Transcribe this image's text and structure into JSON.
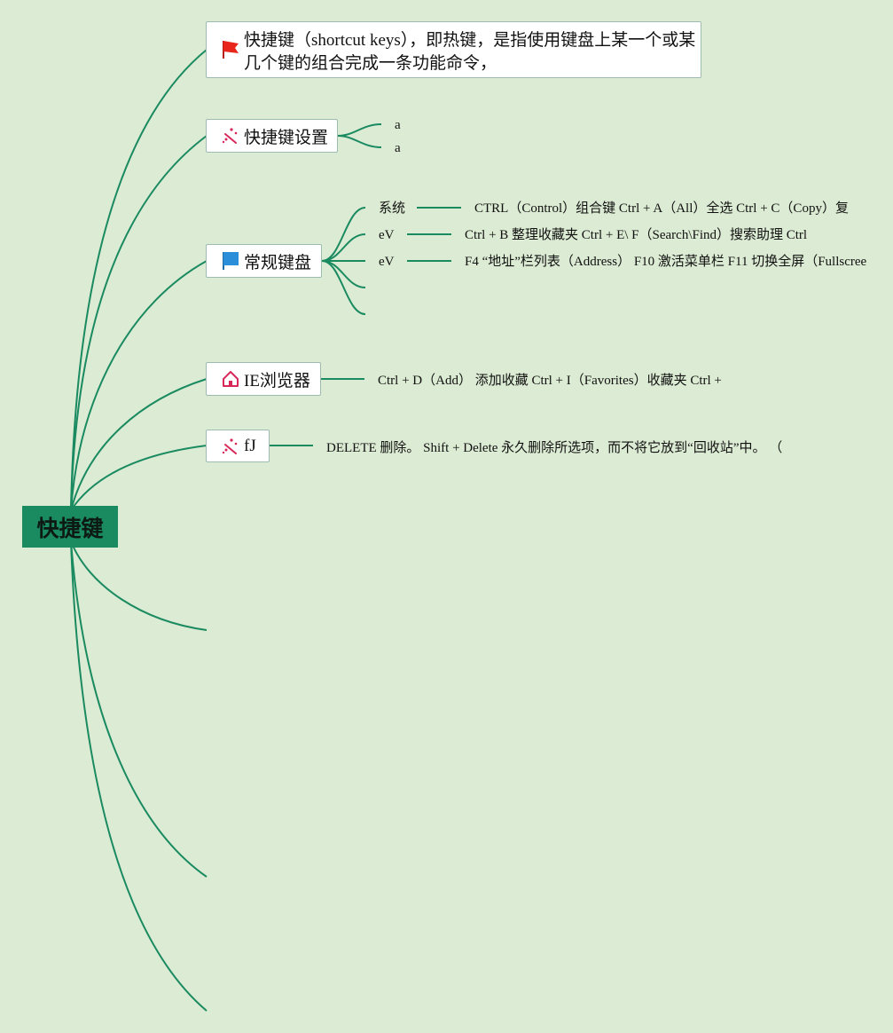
{
  "root": {
    "label": "快捷键"
  },
  "topics": [
    {
      "label": "快捷键（shortcut keys），即热键，是指使用键盘上某一个或某几个键的组合完成一条功能命令，",
      "label_line1": "快捷键（shortcut keys），即热键，是指使用键盘上某一个或某",
      "label_line2": "几个键的组合完成一条功能命令，",
      "icon": "red-flag-icon",
      "children": []
    },
    {
      "label": "快捷键设置",
      "icon": "magic-wand-icon",
      "children": [
        {
          "label": "a"
        },
        {
          "label": "a"
        }
      ]
    },
    {
      "label": "常规键盘",
      "icon": "blue-flag-icon",
      "children": [
        {
          "label": "系统",
          "detail": "CTRL（Control）组合键 Ctrl + A（All）全选 Ctrl + C（Copy）复"
        },
        {
          "label": "eV",
          "detail": "Ctrl + B 整理收藏夹 Ctrl + E\\ F（Search\\Find）搜索助理 Ctrl"
        },
        {
          "label": "eV",
          "detail": "F4 “地址”栏列表（Address） F10 激活菜单栏 F11 切换全屏（Fullscree"
        },
        {
          "label": ""
        },
        {
          "label": ""
        }
      ]
    },
    {
      "label": "IE浏览器",
      "icon": "home-icon",
      "children": [
        {
          "label": "Ctrl + D（Add） 添加收藏 Ctrl + I（Favorites）收藏夹 Ctrl +"
        }
      ]
    },
    {
      "label": "fJ",
      "icon": "magic-wand-icon",
      "children": [
        {
          "label": "DELETE 删除。 Shift + Delete 永久删除所选项，而不将它放到“回收站”中。 （"
        }
      ]
    }
  ],
  "colors": {
    "background": "#dcebd3",
    "root_fill": "#1a8a61",
    "connector": "#1a8a61",
    "topic_border": "#9cbcb0",
    "flag_red": "#e8261c",
    "flag_blue": "#2a8fd8",
    "wand": "#d8285a"
  }
}
